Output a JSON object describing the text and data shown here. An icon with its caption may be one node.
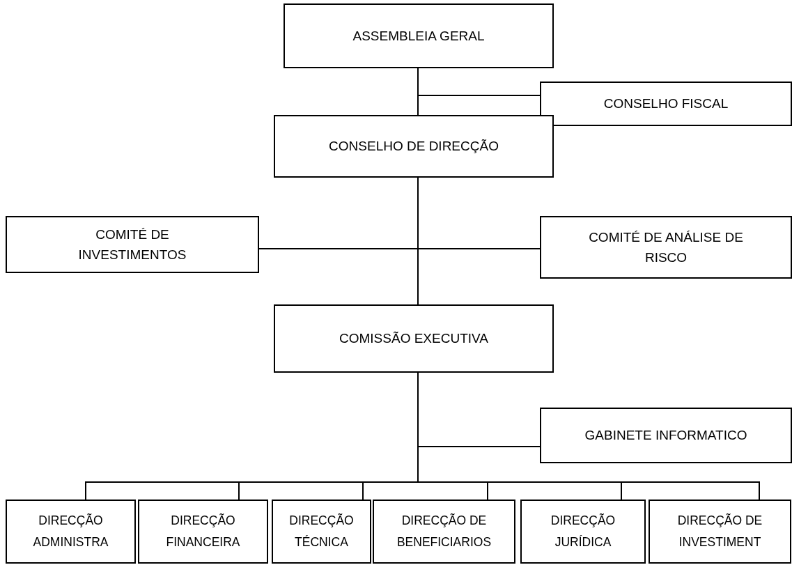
{
  "diagram": {
    "nodes": [
      {
        "text": [
          "ASSEMBLEIA GERAL"
        ]
      },
      {
        "text": [
          "CONSELHO FISCAL"
        ]
      },
      {
        "text": [
          "CONSELHO DE DIRECÇÃO"
        ]
      },
      {
        "text": [
          "COMITÉ DE INVESTIMENTOS"
        ]
      },
      {
        "text": [
          "COMITÉ DE ANÁLISE DE RISCO"
        ]
      },
      {
        "text": [
          "COMISSÃO EXECUTIVA"
        ]
      },
      {
        "text": [
          "GABINETE INFORMATICO"
        ]
      },
      {
        "text": [
          "DIRECÇÃO ADMINISTRA"
        ]
      },
      {
        "text": [
          "DIRECÇÃO FINANCEIRA"
        ]
      },
      {
        "text": [
          "DIRECÇÃO TÉCNICA"
        ]
      },
      {
        "text": [
          "DIRECÇÃO DE BENEFICIARIOS"
        ]
      },
      {
        "text": [
          "DIRECÇÃO JURÍDICA"
        ]
      },
      {
        "text": [
          "DIRECÇÃO DE INVESTIMENT"
        ]
      }
    ],
    "edges": [
      {
        "from": 0,
        "to": 2,
        "arrow": "none"
      },
      {
        "from": 0,
        "to": 1,
        "arrow": "none"
      },
      {
        "from": 2,
        "to": 3,
        "arrow": "none"
      },
      {
        "from": 2,
        "to": 4,
        "arrow": "none"
      },
      {
        "from": 2,
        "to": 5,
        "arrow": "none"
      },
      {
        "from": 5,
        "to": 6,
        "arrow": "none"
      },
      {
        "from": 5,
        "to": 7,
        "arrow": "none"
      },
      {
        "from": 5,
        "to": 8,
        "arrow": "none"
      },
      {
        "from": 5,
        "to": 9,
        "arrow": "none"
      },
      {
        "from": 5,
        "to": 10,
        "arrow": "none"
      },
      {
        "from": 5,
        "to": 11,
        "arrow": "none"
      },
      {
        "from": 5,
        "to": 12,
        "arrow": "none"
      }
    ]
  }
}
